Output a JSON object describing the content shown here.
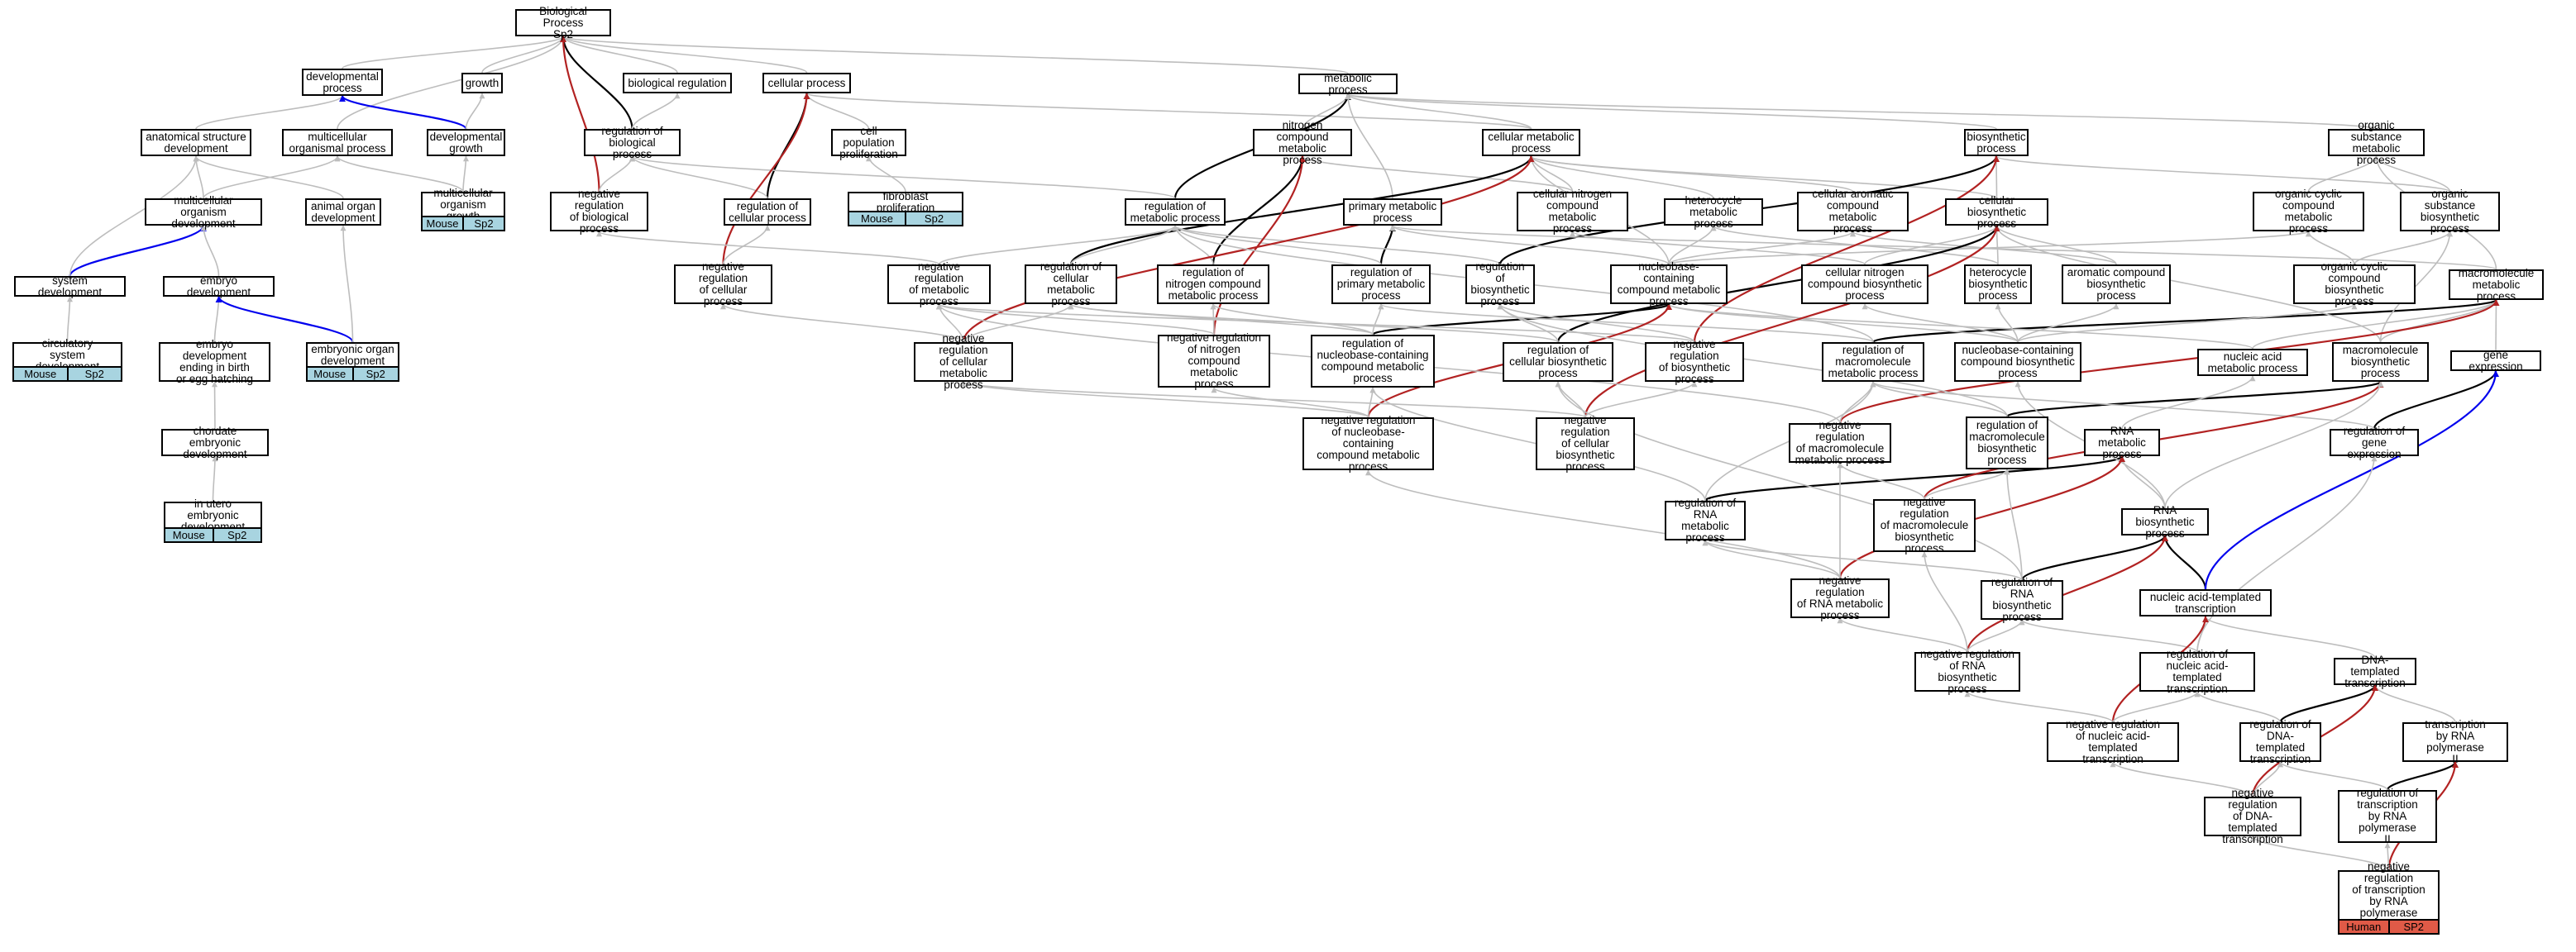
{
  "colors": {
    "grey": "#bdbdbd",
    "black": "#000000",
    "blue": "#0000ee",
    "red": "#b22222",
    "mouse_tag": "#a8d4e0",
    "human_tag": "#e05a47"
  },
  "nodes": [
    {
      "id": "bp",
      "label": "Biological Process\nSp2"
    },
    {
      "id": "dev",
      "label": "developmental\nprocess"
    },
    {
      "id": "growth",
      "label": "growth"
    },
    {
      "id": "bioreg",
      "label": "biological regulation"
    },
    {
      "id": "cellp",
      "label": "cellular process"
    },
    {
      "id": "metab",
      "label": "metabolic process"
    },
    {
      "id": "anat",
      "label": "anatomical structure\ndevelopment"
    },
    {
      "id": "multorg",
      "label": "multicellular\norganismal process"
    },
    {
      "id": "devgrowth",
      "label": "developmental\ngrowth"
    },
    {
      "id": "regbp",
      "label": "regulation of\nbiological process"
    },
    {
      "id": "cellpop",
      "label": "cell population\nproliferation"
    },
    {
      "id": "nitro",
      "label": "nitrogen compound\nmetabolic process"
    },
    {
      "id": "cellmet",
      "label": "cellular metabolic\nprocess"
    },
    {
      "id": "biosyn",
      "label": "biosynthetic\nprocess"
    },
    {
      "id": "orgsub",
      "label": "organic substance\nmetabolic process"
    },
    {
      "id": "multdev",
      "label": "multicellular\norganism development"
    },
    {
      "id": "animal",
      "label": "animal organ\ndevelopment"
    },
    {
      "id": "multgrowth",
      "label": "multicellular\norganism growth"
    },
    {
      "id": "negregbp",
      "label": "negative regulation\nof biological\nprocess"
    },
    {
      "id": "regcp",
      "label": "regulation of\ncellular process"
    },
    {
      "id": "fibro",
      "label": "fibroblast proliferation"
    },
    {
      "id": "regmet",
      "label": "regulation of\nmetabolic process"
    },
    {
      "id": "primmet",
      "label": "primary metabolic\nprocess"
    },
    {
      "id": "cellnitro",
      "label": "cellular nitrogen\ncompound metabolic\nprocess"
    },
    {
      "id": "hetmet",
      "label": "heterocycle\nmetabolic process"
    },
    {
      "id": "cellarom",
      "label": "cellular aromatic\ncompound metabolic\nprocess"
    },
    {
      "id": "cellbiosyn",
      "label": "cellular biosynthetic\nprocess"
    },
    {
      "id": "orgcycmet",
      "label": "organic cyclic\ncompound metabolic\nprocess"
    },
    {
      "id": "orgsubbio",
      "label": "organic substance\nbiosynthetic\nprocess"
    },
    {
      "id": "sysdev",
      "label": "system development"
    },
    {
      "id": "embryo",
      "label": "embryo development"
    },
    {
      "id": "negregcp",
      "label": "negative regulation\nof cellular\nprocess"
    },
    {
      "id": "negregmet",
      "label": "negative regulation\nof metabolic\nprocess"
    },
    {
      "id": "regcellmet",
      "label": "regulation of\ncellular metabolic\nprocess"
    },
    {
      "id": "regnitro",
      "label": "regulation of\nnitrogen compound\nmetabolic process"
    },
    {
      "id": "regprim",
      "label": "regulation of\nprimary metabolic\nprocess"
    },
    {
      "id": "regbiosyn",
      "label": "regulation of\nbiosynthetic\nprocess"
    },
    {
      "id": "nucbase",
      "label": "nucleobase-containing\ncompound metabolic\nprocess"
    },
    {
      "id": "cellnitrobio",
      "label": "cellular nitrogen\ncompound biosynthetic\nprocess"
    },
    {
      "id": "hetbio",
      "label": "heterocycle\nbiosynthetic\nprocess"
    },
    {
      "id": "arombio",
      "label": "aromatic compound\nbiosynthetic\nprocess"
    },
    {
      "id": "orgcycbio",
      "label": "organic cyclic\ncompound biosynthetic\nprocess"
    },
    {
      "id": "macromet",
      "label": "macromolecule\nmetabolic process"
    },
    {
      "id": "circ",
      "label": "circulatory\nsystem development"
    },
    {
      "id": "embryoend",
      "label": "embryo development\nending in birth\nor egg hatching"
    },
    {
      "id": "embryonic",
      "label": "embryonic organ\ndevelopment"
    },
    {
      "id": "negregcellmet",
      "label": "negative regulation\nof cellular\nmetabolic process"
    },
    {
      "id": "negregnitro",
      "label": "negative regulation\nof nitrogen\ncompound metabolic\nprocess"
    },
    {
      "id": "regnucbase",
      "label": "regulation of\nnucleobase-containing\ncompound metabolic\nprocess"
    },
    {
      "id": "regcellbio",
      "label": "regulation of\ncellular biosynthetic\nprocess"
    },
    {
      "id": "negregbio",
      "label": "negative regulation\nof biosynthetic\nprocess"
    },
    {
      "id": "regmacro",
      "label": "regulation of\nmacromolecule\nmetabolic process"
    },
    {
      "id": "nucbasebio",
      "label": "nucleobase-containing\ncompound biosynthetic\nprocess"
    },
    {
      "id": "nucacid",
      "label": "nucleic acid\nmetabolic process"
    },
    {
      "id": "macrobio",
      "label": "macromolecule\nbiosynthetic\nprocess"
    },
    {
      "id": "geneexp",
      "label": "gene expression"
    },
    {
      "id": "chordate",
      "label": "chordate embryonic\ndevelopment"
    },
    {
      "id": "negregnucbase",
      "label": "negative regulation\nof nucleobase-containing\ncompound metabolic\nprocess"
    },
    {
      "id": "negregcellbio",
      "label": "negative regulation\nof cellular\nbiosynthetic\nprocess"
    },
    {
      "id": "negregmacro",
      "label": "negative regulation\nof macromolecule\nmetabolic process"
    },
    {
      "id": "regmacrobio",
      "label": "regulation of\nmacromolecule\nbiosynthetic\nprocess"
    },
    {
      "id": "rnamet",
      "label": "RNA metabolic\nprocess"
    },
    {
      "id": "reggene",
      "label": "regulation of\ngene expression"
    },
    {
      "id": "utero",
      "label": "in utero embryonic\ndevelopment"
    },
    {
      "id": "regrnamet",
      "label": "regulation of\nRNA metabolic\nprocess"
    },
    {
      "id": "negregmacrobio",
      "label": "negative regulation\nof macromolecule\nbiosynthetic\nprocess"
    },
    {
      "id": "rnabio",
      "label": "RNA biosynthetic\nprocess"
    },
    {
      "id": "negregrnamet",
      "label": "negative regulation\nof RNA metabolic\nprocess"
    },
    {
      "id": "regrnabio",
      "label": "regulation of\nRNA biosynthetic\nprocess"
    },
    {
      "id": "nucacidtemp",
      "label": "nucleic acid-templated\ntranscription"
    },
    {
      "id": "negregrnabio",
      "label": "negative regulation\nof RNA biosynthetic\nprocess"
    },
    {
      "id": "regnucacidtemp",
      "label": "regulation of\nnucleic acid-templated\ntranscription"
    },
    {
      "id": "dnatemp",
      "label": "DNA-templated\ntranscription"
    },
    {
      "id": "negregnucacidtemp",
      "label": "negative regulation\nof nucleic acid-templated\ntranscription"
    },
    {
      "id": "regdnatemp",
      "label": "regulation of\nDNA-templated\ntranscription"
    },
    {
      "id": "transpol2",
      "label": "transcription\nby RNA polymerase\nII"
    },
    {
      "id": "negregdnatemp",
      "label": "negative regulation\nof DNA-templated\ntranscription"
    },
    {
      "id": "regtranspol2",
      "label": "regulation of\ntranscription\nby RNA polymerase\nII"
    },
    {
      "id": "negregtranspol2",
      "label": "negative regulation\nof transcription\nby RNA polymerase\nII"
    }
  ],
  "tags": [
    {
      "node": "multgrowth",
      "left": "Mouse",
      "right": "Sp2",
      "color": "mouse_tag"
    },
    {
      "node": "fibro",
      "left": "Mouse",
      "right": "Sp2",
      "color": "mouse_tag"
    },
    {
      "node": "circ",
      "left": "Mouse",
      "right": "Sp2",
      "color": "mouse_tag"
    },
    {
      "node": "embryonic",
      "left": "Mouse",
      "right": "Sp2",
      "color": "mouse_tag"
    },
    {
      "node": "utero",
      "left": "Mouse",
      "right": "Sp2",
      "color": "mouse_tag"
    },
    {
      "node": "negregtranspol2",
      "left": "Human",
      "right": "SP2",
      "color": "human_tag"
    }
  ],
  "edges": [
    [
      "dev",
      "bp",
      "grey"
    ],
    [
      "growth",
      "bp",
      "grey"
    ],
    [
      "bioreg",
      "bp",
      "grey"
    ],
    [
      "cellp",
      "bp",
      "grey"
    ],
    [
      "metab",
      "bp",
      "grey"
    ],
    [
      "anat",
      "dev",
      "grey"
    ],
    [
      "multorg",
      "bp",
      "grey"
    ],
    [
      "devgrowth",
      "dev",
      "blue"
    ],
    [
      "devgrowth",
      "growth",
      "grey"
    ],
    [
      "regbp",
      "bp",
      "black"
    ],
    [
      "regbp",
      "bioreg",
      "grey"
    ],
    [
      "cellpop",
      "cellp",
      "grey"
    ],
    [
      "nitro",
      "metab",
      "grey"
    ],
    [
      "cellmet",
      "metab",
      "grey"
    ],
    [
      "cellmet",
      "cellp",
      "grey"
    ],
    [
      "biosyn",
      "metab",
      "grey"
    ],
    [
      "orgsub",
      "metab",
      "grey"
    ],
    [
      "multdev",
      "anat",
      "grey"
    ],
    [
      "multdev",
      "multorg",
      "grey"
    ],
    [
      "animal",
      "anat",
      "grey"
    ],
    [
      "multgrowth",
      "devgrowth",
      "grey"
    ],
    [
      "multgrowth",
      "multorg",
      "grey"
    ],
    [
      "negregbp",
      "bp",
      "red"
    ],
    [
      "negregbp",
      "regbp",
      "grey"
    ],
    [
      "regcp",
      "cellp",
      "black"
    ],
    [
      "regcp",
      "regbp",
      "grey"
    ],
    [
      "fibro",
      "cellpop",
      "grey"
    ],
    [
      "regmet",
      "metab",
      "black"
    ],
    [
      "regmet",
      "regbp",
      "grey"
    ],
    [
      "primmet",
      "metab",
      "grey"
    ],
    [
      "cellnitro",
      "nitro",
      "grey"
    ],
    [
      "cellnitro",
      "cellmet",
      "grey"
    ],
    [
      "hetmet",
      "cellmet",
      "grey"
    ],
    [
      "cellarom",
      "cellmet",
      "grey"
    ],
    [
      "cellbiosyn",
      "biosyn",
      "grey"
    ],
    [
      "cellbiosyn",
      "cellmet",
      "grey"
    ],
    [
      "orgcycmet",
      "orgsub",
      "grey"
    ],
    [
      "orgsubbio",
      "orgsub",
      "grey"
    ],
    [
      "orgsubbio",
      "biosyn",
      "grey"
    ],
    [
      "sysdev",
      "multdev",
      "blue"
    ],
    [
      "sysdev",
      "anat",
      "grey"
    ],
    [
      "embryo",
      "multdev",
      "grey"
    ],
    [
      "negregcp",
      "cellp",
      "red"
    ],
    [
      "negregcp",
      "regcp",
      "grey"
    ],
    [
      "negregmet",
      "regmet",
      "grey"
    ],
    [
      "negregmet",
      "negregbp",
      "grey"
    ],
    [
      "regcellmet",
      "cellmet",
      "black"
    ],
    [
      "regcellmet",
      "regmet",
      "grey"
    ],
    [
      "regnitro",
      "nitro",
      "black"
    ],
    [
      "regnitro",
      "regmet",
      "grey"
    ],
    [
      "regprim",
      "primmet",
      "black"
    ],
    [
      "regprim",
      "regmet",
      "grey"
    ],
    [
      "regbiosyn",
      "biosyn",
      "black"
    ],
    [
      "regbiosyn",
      "regmet",
      "grey"
    ],
    [
      "nucbase",
      "cellmet",
      "grey"
    ],
    [
      "nucbase",
      "hetmet",
      "grey"
    ],
    [
      "nucbase",
      "primmet",
      "grey"
    ],
    [
      "nucbase",
      "cellarom",
      "grey"
    ],
    [
      "nucbase",
      "orgcycmet",
      "grey"
    ],
    [
      "cellnitrobio",
      "cellnitro",
      "grey"
    ],
    [
      "cellnitrobio",
      "cellbiosyn",
      "grey"
    ],
    [
      "hetbio",
      "hetmet",
      "grey"
    ],
    [
      "hetbio",
      "cellbiosyn",
      "grey"
    ],
    [
      "arombio",
      "cellarom",
      "grey"
    ],
    [
      "arombio",
      "cellbiosyn",
      "grey"
    ],
    [
      "orgcycbio",
      "orgcycmet",
      "grey"
    ],
    [
      "orgcycbio",
      "orgsubbio",
      "grey"
    ],
    [
      "macromet",
      "orgsub",
      "grey"
    ],
    [
      "macromet",
      "primmet",
      "grey"
    ],
    [
      "circ",
      "sysdev",
      "grey"
    ],
    [
      "embryoend",
      "embryo",
      "grey"
    ],
    [
      "embryonic",
      "embryo",
      "blue"
    ],
    [
      "embryonic",
      "animal",
      "grey"
    ],
    [
      "negregcellmet",
      "cellmet",
      "red"
    ],
    [
      "negregcellmet",
      "negregmet",
      "grey"
    ],
    [
      "negregcellmet",
      "regcellmet",
      "grey"
    ],
    [
      "negregcellmet",
      "negregcp",
      "grey"
    ],
    [
      "negregnitro",
      "nitro",
      "red"
    ],
    [
      "negregnitro",
      "regnitro",
      "grey"
    ],
    [
      "negregnitro",
      "negregmet",
      "grey"
    ],
    [
      "regnucbase",
      "nucbase",
      "black"
    ],
    [
      "regnucbase",
      "regcellmet",
      "grey"
    ],
    [
      "regnucbase",
      "regprim",
      "grey"
    ],
    [
      "regnucbase",
      "regnitro",
      "grey"
    ],
    [
      "regcellbio",
      "cellbiosyn",
      "black"
    ],
    [
      "regcellbio",
      "regbiosyn",
      "grey"
    ],
    [
      "regcellbio",
      "regcellmet",
      "grey"
    ],
    [
      "negregbio",
      "biosyn",
      "red"
    ],
    [
      "negregbio",
      "regbiosyn",
      "grey"
    ],
    [
      "negregbio",
      "negregmet",
      "grey"
    ],
    [
      "regmacro",
      "macromet",
      "black"
    ],
    [
      "regmacro",
      "regprim",
      "grey"
    ],
    [
      "regmacro",
      "regmet",
      "grey"
    ],
    [
      "nucbasebio",
      "nucbase",
      "grey"
    ],
    [
      "nucbasebio",
      "hetbio",
      "grey"
    ],
    [
      "nucbasebio",
      "arombio",
      "grey"
    ],
    [
      "nucbasebio",
      "cellnitrobio",
      "grey"
    ],
    [
      "nucbasebio",
      "orgcycbio",
      "grey"
    ],
    [
      "nucacid",
      "nucbase",
      "grey"
    ],
    [
      "nucacid",
      "macromet",
      "grey"
    ],
    [
      "macrobio",
      "macromet",
      "grey"
    ],
    [
      "macrobio",
      "orgsubbio",
      "grey"
    ],
    [
      "macrobio",
      "cellbiosyn",
      "grey"
    ],
    [
      "geneexp",
      "macromet",
      "grey"
    ],
    [
      "chordate",
      "embryoend",
      "grey"
    ],
    [
      "negregnucbase",
      "nucbase",
      "red"
    ],
    [
      "negregnucbase",
      "regnucbase",
      "grey"
    ],
    [
      "negregnucbase",
      "negregcellmet",
      "grey"
    ],
    [
      "negregnucbase",
      "negregnitro",
      "grey"
    ],
    [
      "negregcellbio",
      "cellbiosyn",
      "red"
    ],
    [
      "negregcellbio",
      "regcellbio",
      "grey"
    ],
    [
      "negregcellbio",
      "negregbio",
      "grey"
    ],
    [
      "negregcellbio",
      "negregcellmet",
      "grey"
    ],
    [
      "negregmacro",
      "macromet",
      "red"
    ],
    [
      "negregmacro",
      "regmacro",
      "grey"
    ],
    [
      "negregmacro",
      "negregmet",
      "grey"
    ],
    [
      "regmacrobio",
      "macrobio",
      "black"
    ],
    [
      "regmacrobio",
      "regmacro",
      "grey"
    ],
    [
      "regmacrobio",
      "regbiosyn",
      "grey"
    ],
    [
      "rnamet",
      "nucacid",
      "grey"
    ],
    [
      "reggene",
      "geneexp",
      "black"
    ],
    [
      "reggene",
      "regmacro",
      "grey"
    ],
    [
      "utero",
      "chordate",
      "grey"
    ],
    [
      "regrnamet",
      "rnamet",
      "black"
    ],
    [
      "regrnamet",
      "regnucbase",
      "grey"
    ],
    [
      "regrnamet",
      "regmacro",
      "grey"
    ],
    [
      "negregmacrobio",
      "macrobio",
      "red"
    ],
    [
      "negregmacrobio",
      "regmacrobio",
      "grey"
    ],
    [
      "negregmacrobio",
      "negregmacro",
      "grey"
    ],
    [
      "rnabio",
      "rnamet",
      "grey"
    ],
    [
      "rnabio",
      "nucbasebio",
      "grey"
    ],
    [
      "rnabio",
      "macrobio",
      "grey"
    ],
    [
      "negregrnamet",
      "rnamet",
      "red"
    ],
    [
      "negregrnamet",
      "regrnamet",
      "grey"
    ],
    [
      "negregrnamet",
      "negregnucbase",
      "grey"
    ],
    [
      "negregrnamet",
      "negregmacro",
      "grey"
    ],
    [
      "regrnabio",
      "rnabio",
      "black"
    ],
    [
      "regrnabio",
      "regrnamet",
      "grey"
    ],
    [
      "regrnabio",
      "regmacrobio",
      "grey"
    ],
    [
      "regrnabio",
      "regcellbio",
      "grey"
    ],
    [
      "nucacidtemp",
      "rnabio",
      "black"
    ],
    [
      "nucacidtemp",
      "geneexp",
      "blue"
    ],
    [
      "negregrnabio",
      "rnabio",
      "red"
    ],
    [
      "negregrnabio",
      "regrnabio",
      "grey"
    ],
    [
      "negregrnabio",
      "negregrnamet",
      "grey"
    ],
    [
      "negregrnabio",
      "negregmacrobio",
      "grey"
    ],
    [
      "regnucacidtemp",
      "nucacidtemp",
      "grey"
    ],
    [
      "regnucacidtemp",
      "regrnabio",
      "grey"
    ],
    [
      "regnucacidtemp",
      "reggene",
      "grey"
    ],
    [
      "dnatemp",
      "nucacidtemp",
      "grey"
    ],
    [
      "negregnucacidtemp",
      "nucacidtemp",
      "red"
    ],
    [
      "negregnucacidtemp",
      "regnucacidtemp",
      "grey"
    ],
    [
      "negregnucacidtemp",
      "negregrnabio",
      "grey"
    ],
    [
      "regdnatemp",
      "dnatemp",
      "black"
    ],
    [
      "regdnatemp",
      "regnucacidtemp",
      "grey"
    ],
    [
      "transpol2",
      "dnatemp",
      "grey"
    ],
    [
      "negregdnatemp",
      "dnatemp",
      "red"
    ],
    [
      "negregdnatemp",
      "regdnatemp",
      "grey"
    ],
    [
      "negregdnatemp",
      "negregnucacidtemp",
      "grey"
    ],
    [
      "regtranspol2",
      "transpol2",
      "black"
    ],
    [
      "regtranspol2",
      "regdnatemp",
      "grey"
    ],
    [
      "negregtranspol2",
      "transpol2",
      "red"
    ],
    [
      "negregtranspol2",
      "regtranspol2",
      "grey"
    ],
    [
      "negregtranspol2",
      "negregdnatemp",
      "grey"
    ]
  ]
}
